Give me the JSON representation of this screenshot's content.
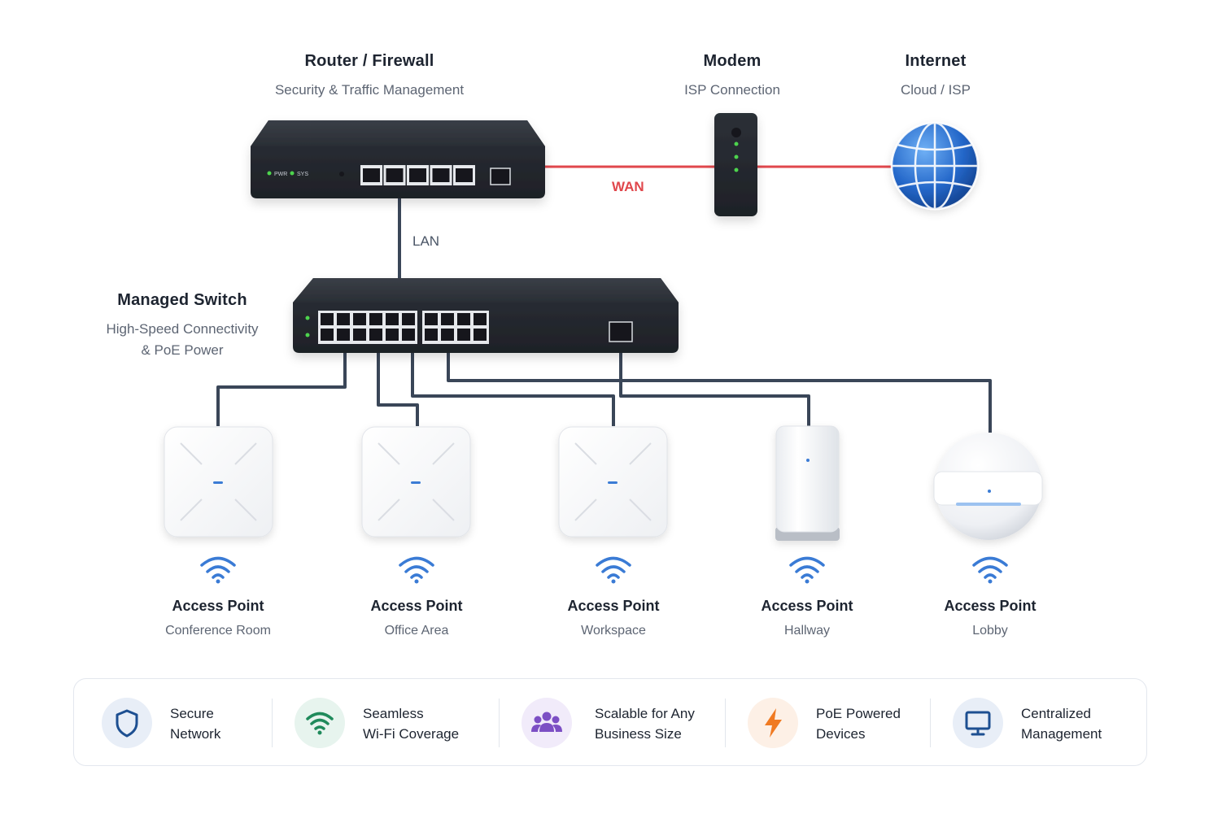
{
  "devices": {
    "router": {
      "title": "Router / Firewall",
      "subtitle": "Security & Traffic Management",
      "led1": "PWR",
      "led2": "SYS"
    },
    "modem": {
      "title": "Modem",
      "subtitle": "ISP Connection"
    },
    "internet": {
      "title": "Internet",
      "subtitle": "Cloud / ISP"
    },
    "switch": {
      "title": "Managed Switch",
      "subtitle": "High-Speed Connectivity\n& PoE Power"
    }
  },
  "links": {
    "wan": "WAN",
    "lan": "LAN"
  },
  "access_points": [
    {
      "title": "Access Point",
      "location": "Conference Room"
    },
    {
      "title": "Access Point",
      "location": "Office Area"
    },
    {
      "title": "Access Point",
      "location": "Workspace"
    },
    {
      "title": "Access Point",
      "location": "Hallway"
    },
    {
      "title": "Access Point",
      "location": "Lobby"
    }
  ],
  "features": [
    {
      "label": "Secure\nNetwork",
      "icon": "shield-icon",
      "color": "#1d4f91",
      "bg": "#e8eef7"
    },
    {
      "label": "Seamless\nWi-Fi Coverage",
      "icon": "wifi-icon",
      "color": "#1f8a5b",
      "bg": "#e7f4ee"
    },
    {
      "label": "Scalable for Any\nBusiness Size",
      "icon": "users-icon",
      "color": "#7c4fc4",
      "bg": "#f1ebfa"
    },
    {
      "label": "PoE Powered\nDevices",
      "icon": "lightning-icon",
      "color": "#f07a22",
      "bg": "#fdf0e6"
    },
    {
      "label": "Centralized\nManagement",
      "icon": "monitor-icon",
      "color": "#1d4f91",
      "bg": "#e8eef7"
    }
  ],
  "colors": {
    "wan_line": "#e0474c",
    "lan_line": "#3a4658",
    "device_body": "#2b2f36",
    "wifi": "#3a7bd5"
  }
}
